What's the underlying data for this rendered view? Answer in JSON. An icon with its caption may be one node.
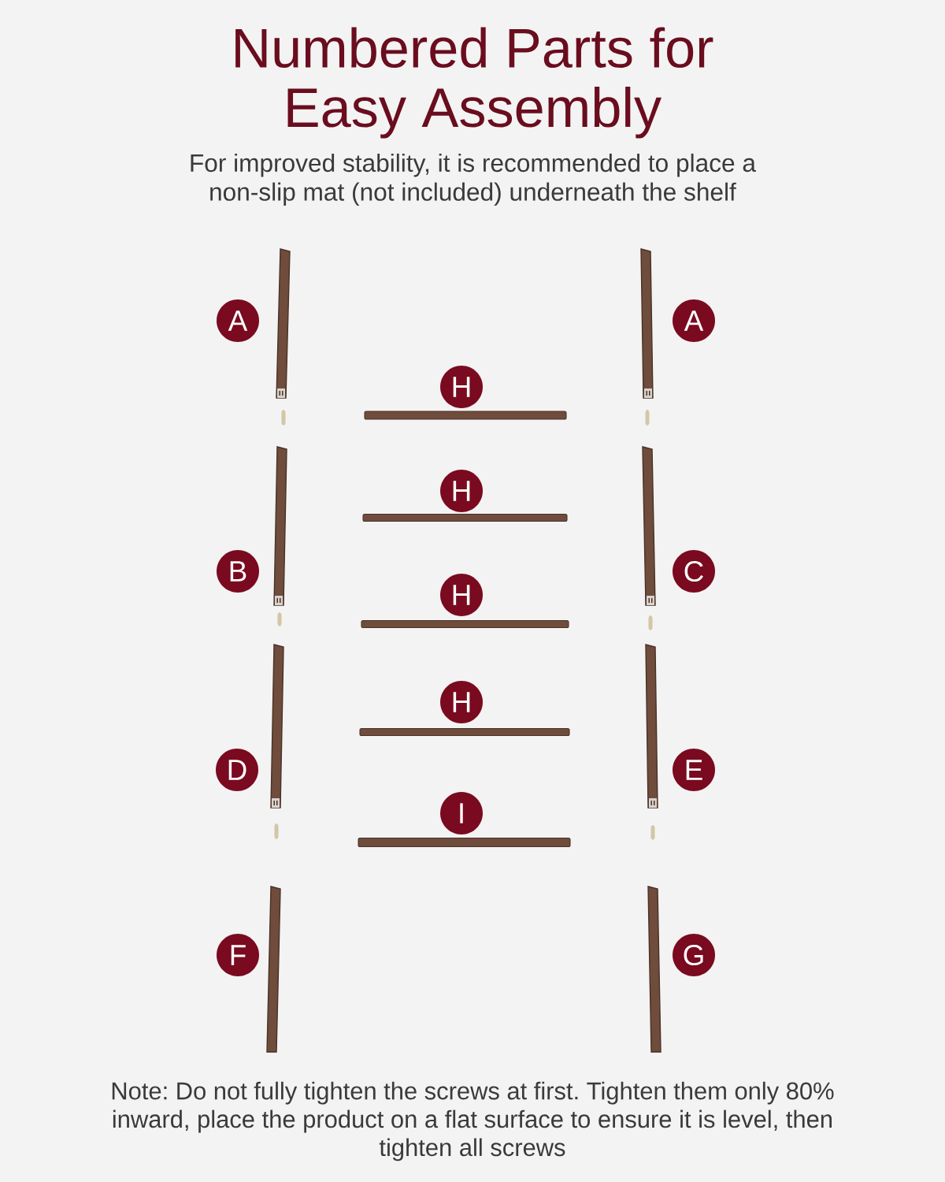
{
  "diagram": {
    "title": "Numbered Parts for Easy Assembly",
    "nodes": [
      {
        "text": [
          "A"
        ]
      },
      {
        "text": [
          "A"
        ]
      },
      {
        "text": [
          "H"
        ]
      },
      {
        "text": [
          "H"
        ]
      },
      {
        "text": [
          "B"
        ]
      },
      {
        "text": [
          "C"
        ]
      },
      {
        "text": [
          "H"
        ]
      },
      {
        "text": [
          "H"
        ]
      },
      {
        "text": [
          "D"
        ]
      },
      {
        "text": [
          "E"
        ]
      },
      {
        "text": [
          "I"
        ]
      },
      {
        "text": [
          "F"
        ]
      },
      {
        "text": [
          "G"
        ]
      }
    ],
    "labels": [
      "For improved stability, it is recommended to place a non-slip mat (not included) underneath the shelf",
      "Note: Do not fully tighten the screws at first. Tighten them only 80% inward, place the product on a flat surface to ensure it is level, then tighten all screws"
    ]
  }
}
